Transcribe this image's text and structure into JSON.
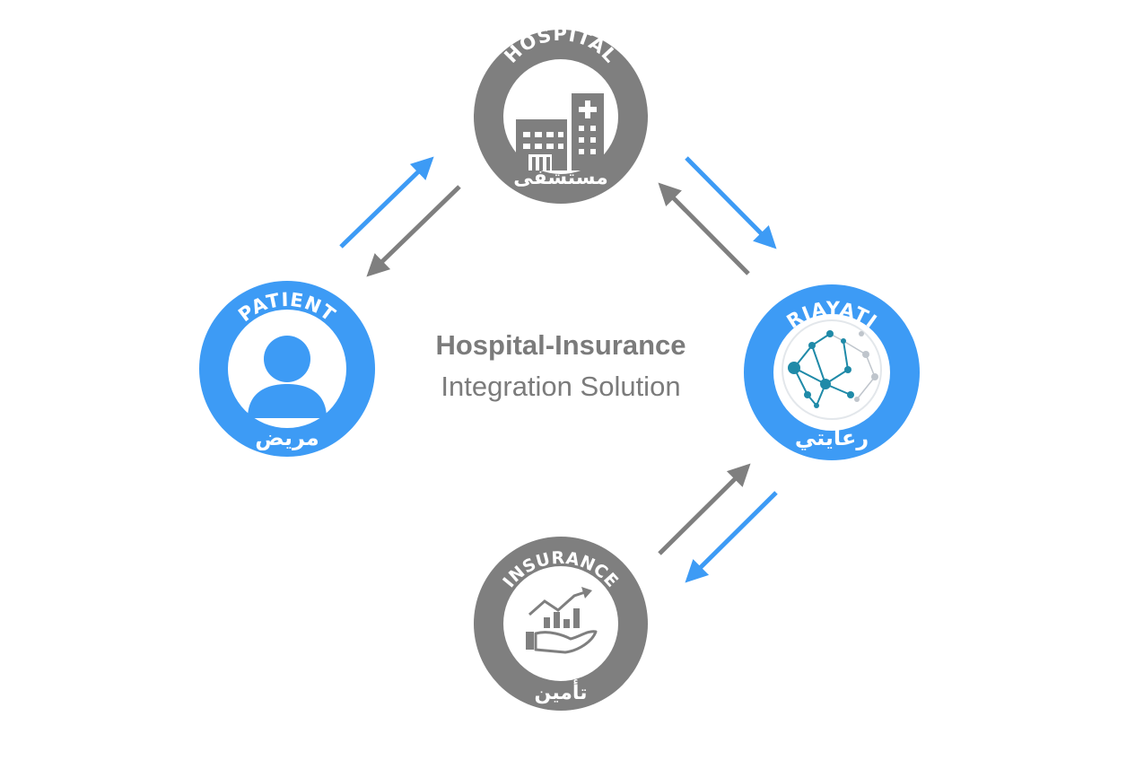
{
  "colors": {
    "gray": "#7f7f7f",
    "blue": "#3d9bf5",
    "white": "#ffffff",
    "text": "#7b7b7b",
    "network_teal": "#1f8aa8",
    "network_light": "#bfc5cc"
  },
  "title": {
    "line1": "Hospital-Insurance",
    "line2": "Integration Solution"
  },
  "nodes": {
    "hospital": {
      "label": "HOSPITAL",
      "arabic": "مستشفى",
      "icon": "hospital-building-icon",
      "color": "gray"
    },
    "patient": {
      "label": "PATIENT",
      "arabic": "مريض",
      "icon": "person-icon",
      "color": "blue"
    },
    "riayati": {
      "label": "RIAYATI",
      "arabic": "رعايتي",
      "icon": "network-globe-icon",
      "color": "blue"
    },
    "insurance": {
      "label": "INSURANCE",
      "arabic": "تأمين",
      "icon": "hand-chart-icon",
      "color": "gray"
    }
  },
  "flows": [
    {
      "from": "patient",
      "to": "hospital",
      "color": "blue"
    },
    {
      "from": "hospital",
      "to": "patient",
      "color": "gray"
    },
    {
      "from": "hospital",
      "to": "riayati",
      "color": "blue"
    },
    {
      "from": "riayati",
      "to": "hospital",
      "color": "gray"
    },
    {
      "from": "insurance",
      "to": "riayati",
      "color": "gray"
    },
    {
      "from": "riayati",
      "to": "insurance",
      "color": "blue"
    }
  ]
}
